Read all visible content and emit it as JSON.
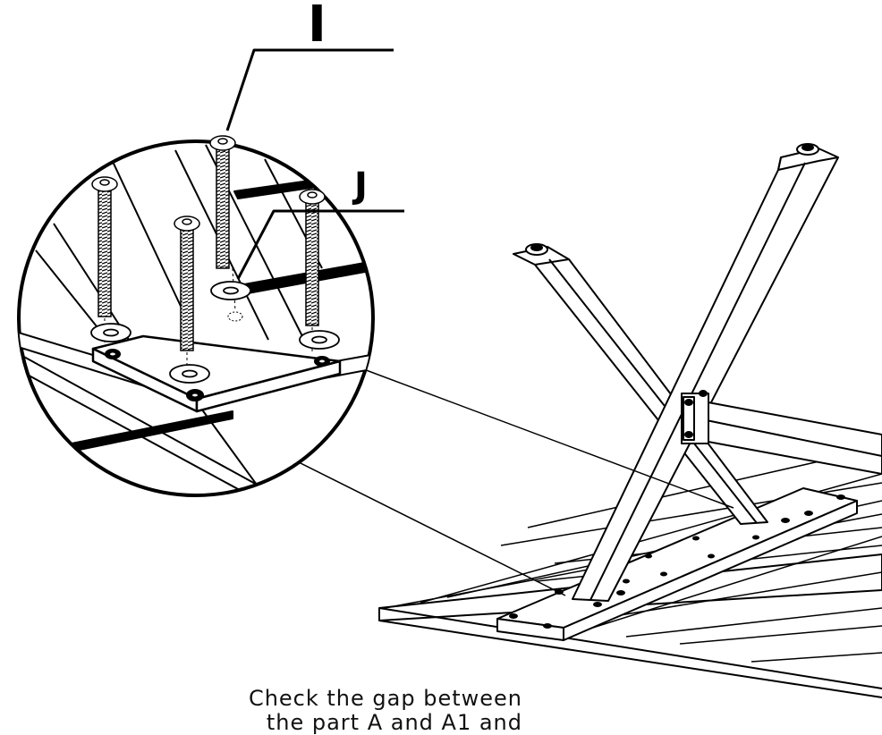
{
  "labels": {
    "part_i": "I",
    "part_j": "J"
  },
  "caption": "Check the gap between\nthe part A and A1 and",
  "icons": [
    "bolt-icon",
    "washer-icon",
    "table-leg-icon"
  ],
  "colors": {
    "line": "#000000",
    "background": "#ffffff"
  }
}
